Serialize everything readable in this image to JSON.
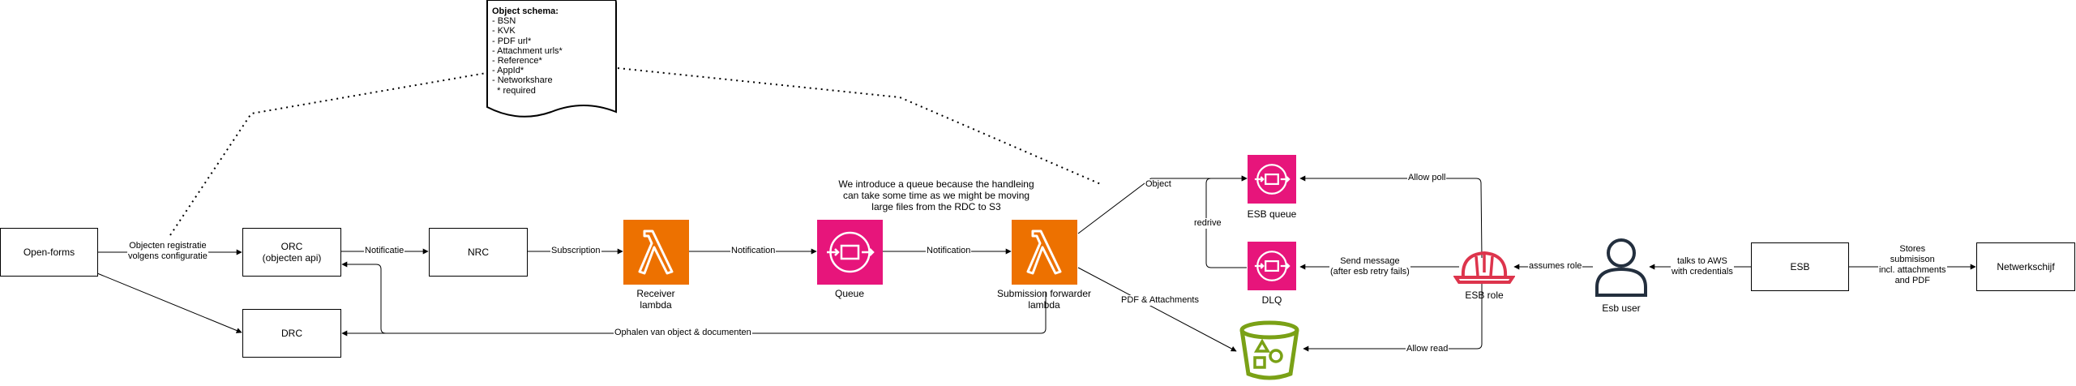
{
  "nodes": {
    "open_forms": "Open-forms",
    "orc": "ORC\n(objecten api)",
    "nrc": "NRC",
    "drc": "DRC",
    "receiver_lambda": "Receiver\nlambda",
    "queue": "Queue",
    "submission_forwarder": "Submission forwarder\nlambda",
    "esb_queue": "ESB queue",
    "dlq": "DLQ",
    "esb_role": "ESB role",
    "esb_user": "Esb user",
    "esb": "ESB",
    "netwerkschijf": "Netwerkschijf"
  },
  "edges": {
    "objecten_registratie": "Objecten registratie\nvolgens configuratie",
    "notificatie_orc_nrc": "Notificatie",
    "subscription": "Subscription",
    "notification_receiver_queue": "Notification",
    "notification_queue_forwarder": "Notification",
    "object": "Object",
    "pdf_attachments": "PDF & Attachments",
    "ophalen": "Ophalen van object & documenten",
    "redrive": "redrive",
    "send_message": "Send message\n(after esb retry fails)",
    "allow_poll": "Allow poll",
    "allow_read": "Allow read",
    "assumes_role": "assumes role",
    "talks_to_aws": "talks to AWS\nwith credentials",
    "stores_submission": "Stores\nsubmisison\nincl. attachments\nand PDF"
  },
  "schema_note": {
    "title": "Object schema:",
    "items": [
      "- BSN",
      "- KVK",
      "- PDF url*",
      "- Attachment urls*",
      "- Reference*",
      "- AppId*",
      "- Networkshare",
      "  * required"
    ]
  },
  "queue_note": "We introduce a queue because the handleing\ncan take some time as we might be moving\nlarge files from the RDC to S3",
  "colors": {
    "lambda": "#ED7100",
    "sqs": "#E7157B",
    "s3": "#7AA116",
    "iam_role": "#DD344C",
    "user": "#232F3E"
  },
  "icons": {
    "lambda": "lambda-icon",
    "sqs": "sqs-queue-icon",
    "s3": "s3-bucket-icon",
    "role": "helmet-role-icon",
    "user": "user-icon"
  }
}
